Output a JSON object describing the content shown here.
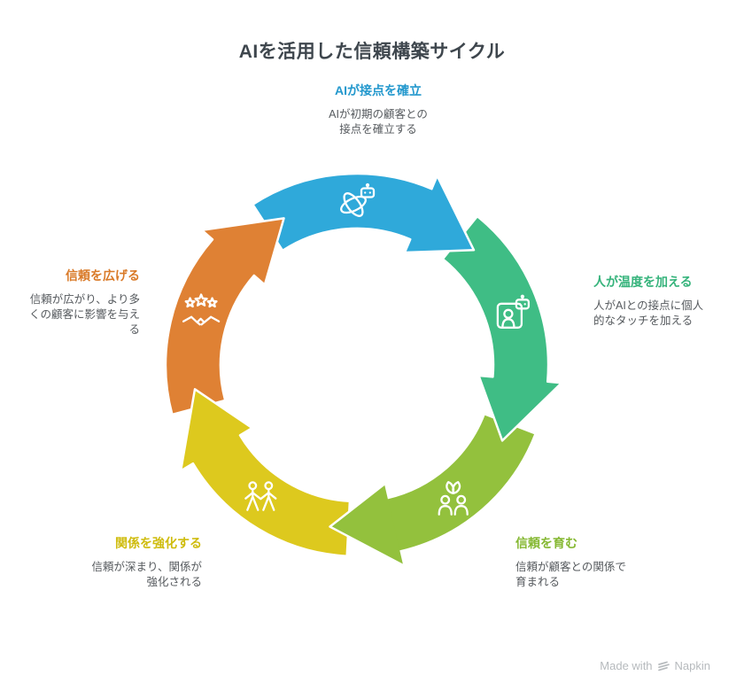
{
  "title": "AIを活用した信頼構築サイクル",
  "footer": {
    "made_with": "Made with",
    "brand": "Napkin"
  },
  "cycle": {
    "type": "circular-arrow-cycle",
    "direction": "clockwise",
    "steps": [
      {
        "id": "ai-contact",
        "title": "AIが接点を確立",
        "description": "AIが初期の顧客との接点を確立する",
        "color": "#2fa9da",
        "title_color": "#2398cd",
        "icon": "atom-robot-icon"
      },
      {
        "id": "human-warmth",
        "title": "人が温度を加える",
        "description": "人がAIとの接点に個人的なタッチを加える",
        "color": "#3fbd85",
        "title_color": "#35b37b",
        "icon": "portrait-robot-icon"
      },
      {
        "id": "nurture-trust",
        "title": "信頼を育む",
        "description": "信頼が顧客との関係で育まれる",
        "color": "#93c13d",
        "title_color": "#85b832",
        "icon": "growing-relationship-icon"
      },
      {
        "id": "strengthen-relationship",
        "title": "関係を強化する",
        "description": "信頼が深まり、関係が強化される",
        "color": "#ddc91e",
        "title_color": "#cfbc0e",
        "icon": "people-together-icon"
      },
      {
        "id": "expand-trust",
        "title": "信頼を広げる",
        "description": "信頼が広がり、より多くの顧客に影響を与える",
        "color": "#df8134",
        "title_color": "#d97a28",
        "icon": "stars-handshake-icon"
      }
    ]
  }
}
